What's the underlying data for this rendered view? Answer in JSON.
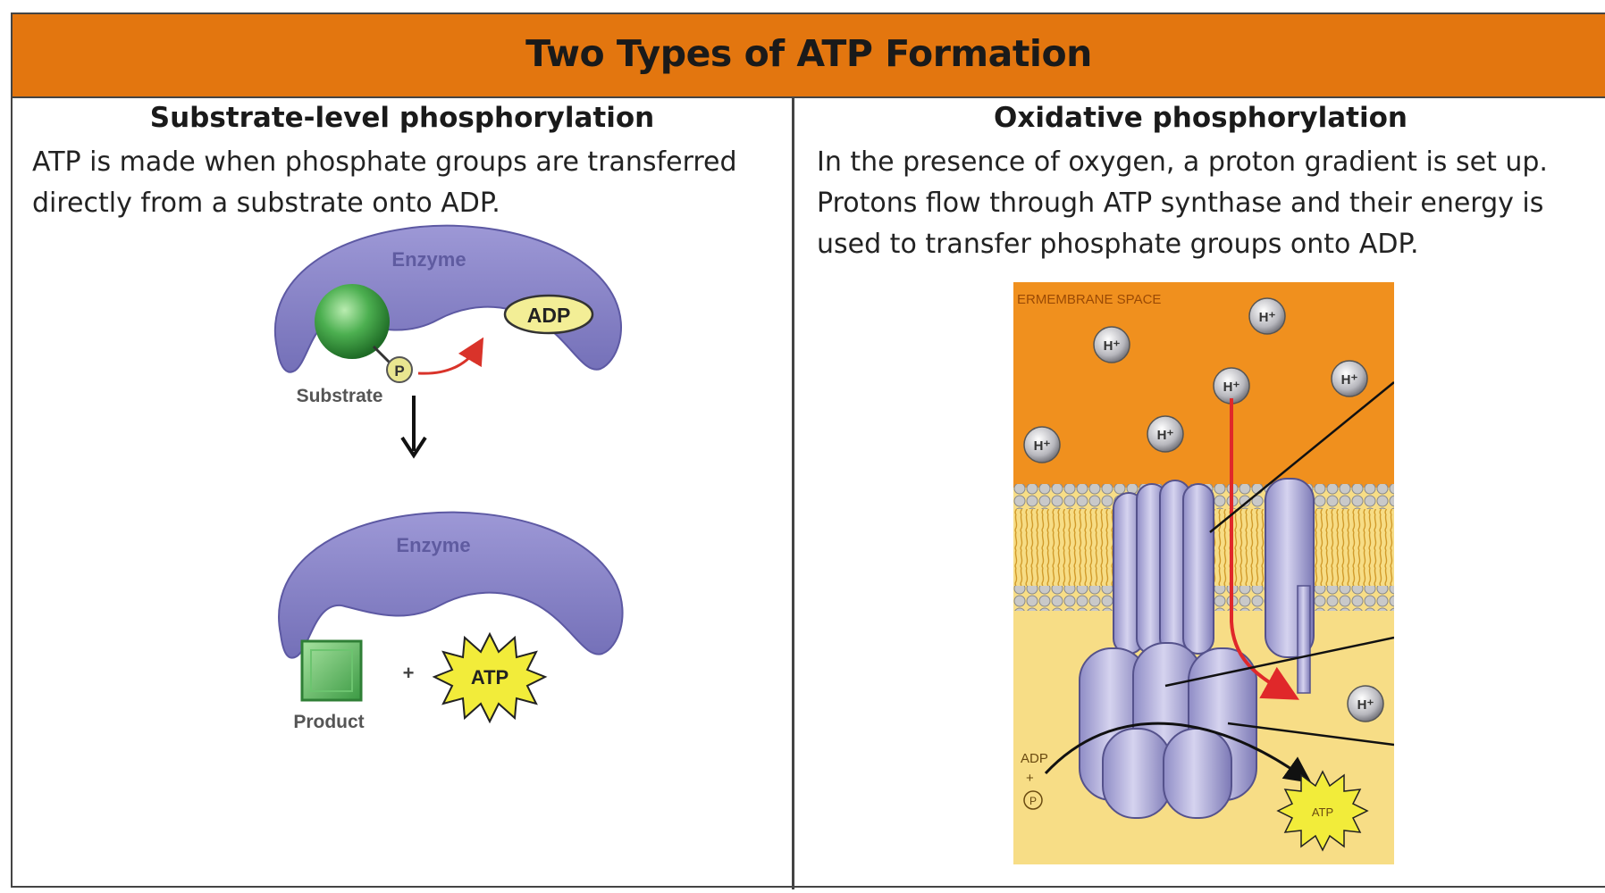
{
  "title": "Two Types of ATP Formation",
  "left": {
    "heading": "Substrate-level phosphorylation",
    "description_lines": [
      "ATP is made when phosphate groups are transferred",
      "directly from a substrate onto ADP."
    ],
    "labels": {
      "enzyme_top": "Enzyme",
      "adp": "ADP",
      "phosphate": "P",
      "substrate": "Substrate",
      "enzyme_bottom": "Enzyme",
      "plus": "+",
      "atp": "ATP",
      "product": "Product"
    }
  },
  "right": {
    "heading": "Oxidative phosphorylation",
    "description_lines": [
      "In the presence of oxygen, a proton gradient is set up.",
      "Protons flow through ATP synthase and their energy is",
      "used to transfer phosphate groups onto ADP."
    ],
    "labels": {
      "space": "ERMEMBRANE SPACE",
      "proton": "H⁺",
      "adp": "ADP",
      "plus": "+",
      "phosphate": "P",
      "atp": "ATP"
    }
  },
  "colors": {
    "header": "#e3760f",
    "enzyme": "#8a85c9",
    "substrate": "#4caf50",
    "intermembrane": "#f0901e",
    "matrix": "#f7dd86",
    "flow_arrow": "#e0282a"
  }
}
